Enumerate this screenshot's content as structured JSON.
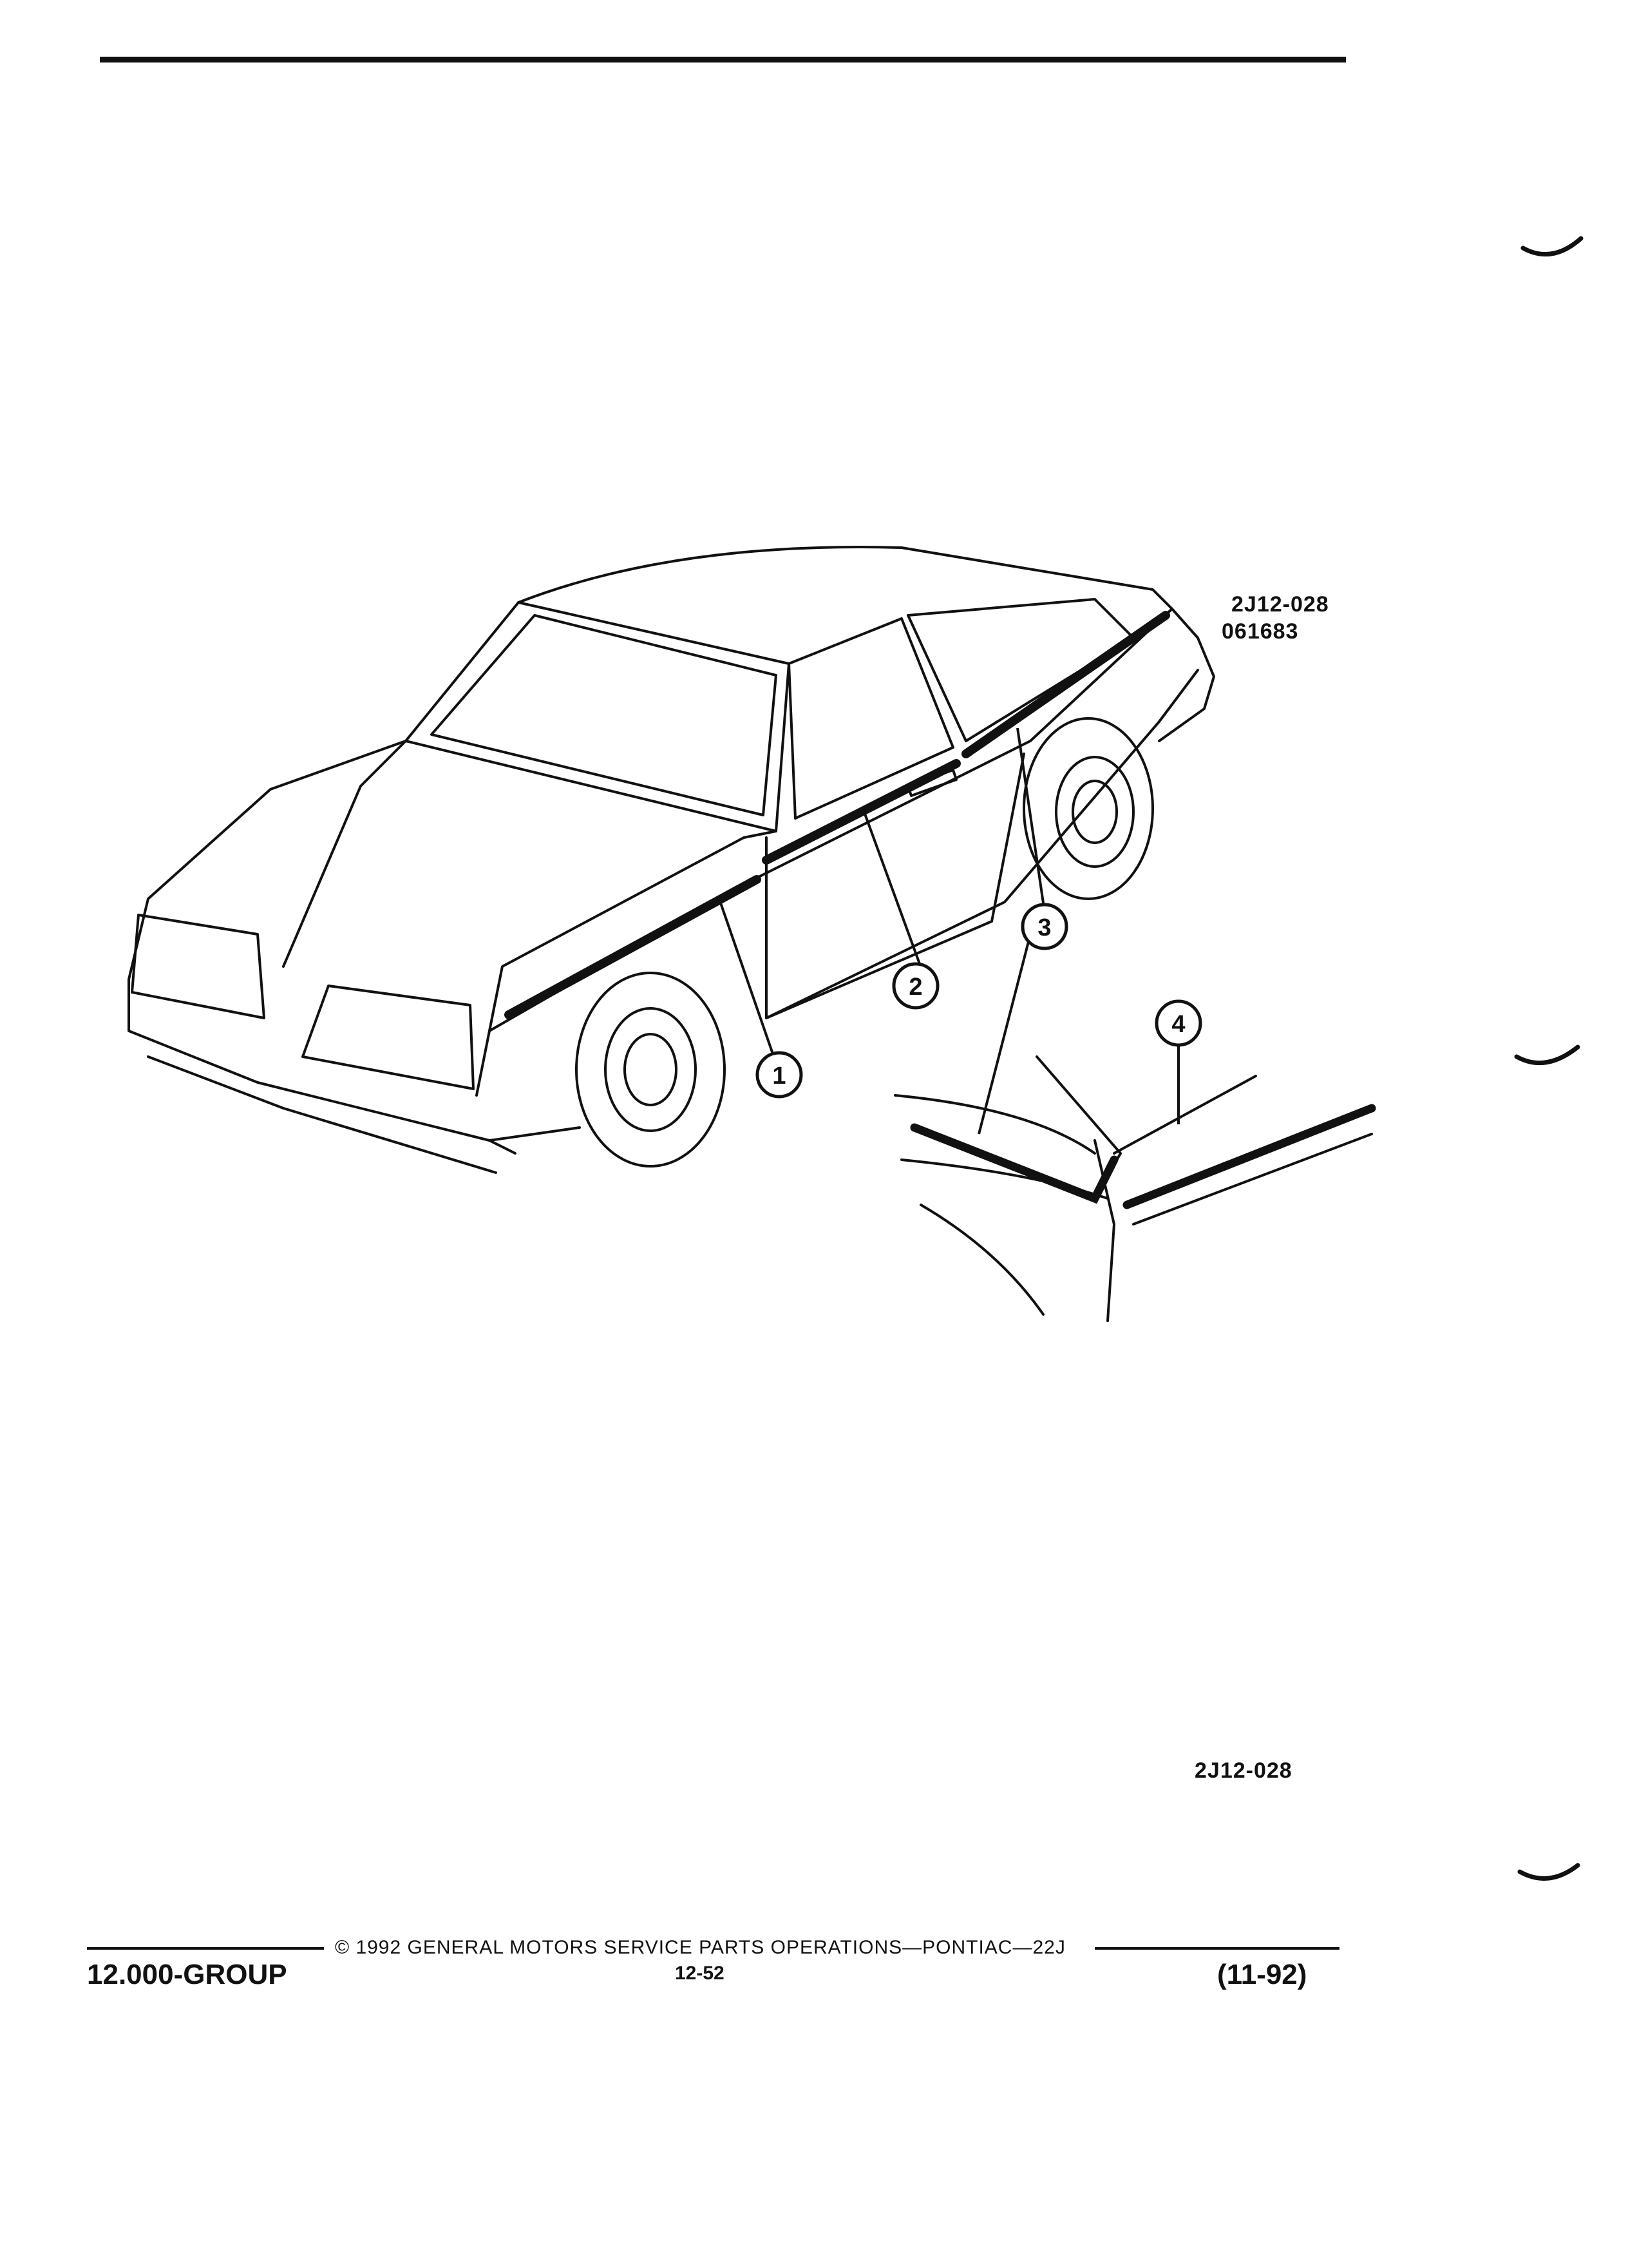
{
  "figure": {
    "code_top": "2J12-028",
    "date_code": "061683",
    "code_bottom": "2J12-028",
    "callouts": [
      "1",
      "2",
      "3",
      "4"
    ]
  },
  "footer": {
    "group": "12.000-GROUP",
    "copyright": "© 1992 GENERAL MOTORS SERVICE PARTS OPERATIONS—PONTIAC—22J",
    "page": "12-52",
    "revision": "(11-92)"
  }
}
